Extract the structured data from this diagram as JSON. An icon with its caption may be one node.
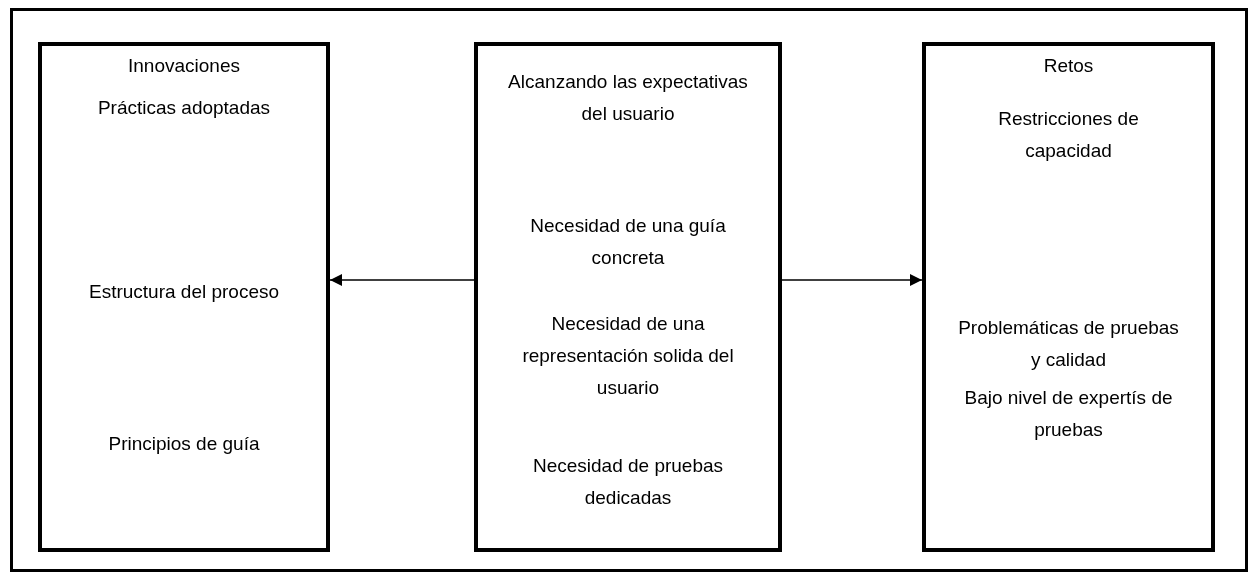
{
  "diagram": {
    "nodes": [
      {
        "text": [
          "Innovaciones",
          "Prácticas adoptadas",
          "Estructura del proceso",
          "Principios de guía"
        ]
      },
      {
        "text": [
          "Alcanzando las expectativas del usuario",
          "Necesidad de una guía concreta",
          "Necesidad de una representación solida del usuario",
          "Necesidad de pruebas dedicadas"
        ]
      },
      {
        "text": [
          "Retos",
          "Restricciones de capacidad",
          "Problemáticas de pruebas y calidad",
          "Bajo nivel de expertís de pruebas"
        ]
      }
    ],
    "edges": [
      {
        "from": 1,
        "to": 0,
        "arrow": "to"
      },
      {
        "from": 1,
        "to": 2,
        "arrow": "to"
      }
    ]
  }
}
